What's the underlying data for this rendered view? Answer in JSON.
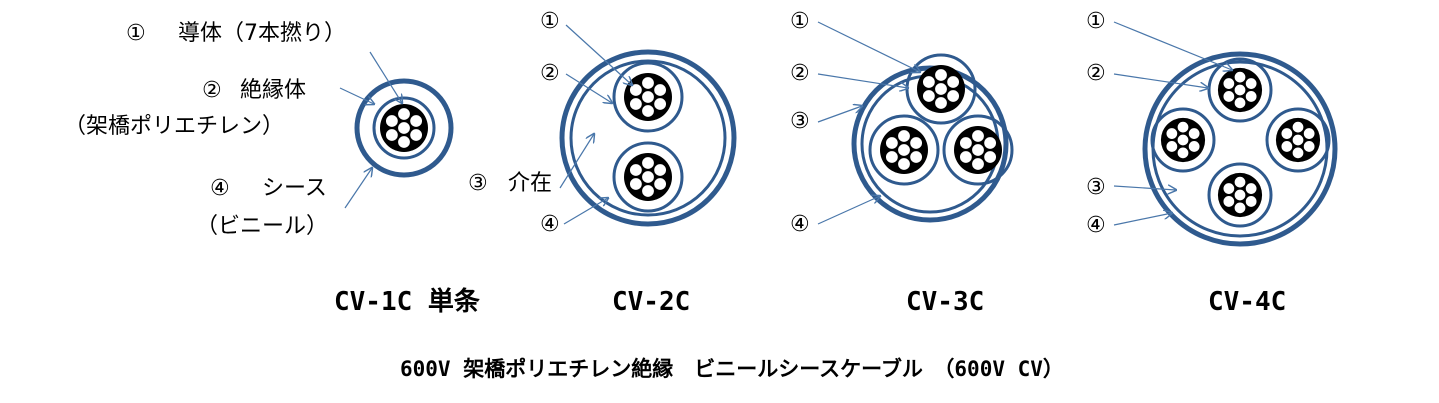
{
  "markers": {
    "n1": "①",
    "n2": "②",
    "n3": "③",
    "n4": "④"
  },
  "legend": {
    "item1": "導体（7本撚り）",
    "item2": "絶縁体",
    "item2_sub": "（架橋ポリエチレン）",
    "item3": "介在",
    "item4": "シース",
    "item4_sub": "（ビニール）"
  },
  "captions": {
    "cv1c": "CV-1C 単条",
    "cv2c": "CV-2C",
    "cv3c": "CV-3C",
    "cv4c": "CV-4C"
  },
  "title": "600V 架橋ポリエチレン絶縁　ビニールシースケーブル　（600V CV）",
  "colors": {
    "ring": "#2f5a8e",
    "conductor_fill": "#000000",
    "wire": "#ffffff",
    "leader": "#4a77aa"
  }
}
